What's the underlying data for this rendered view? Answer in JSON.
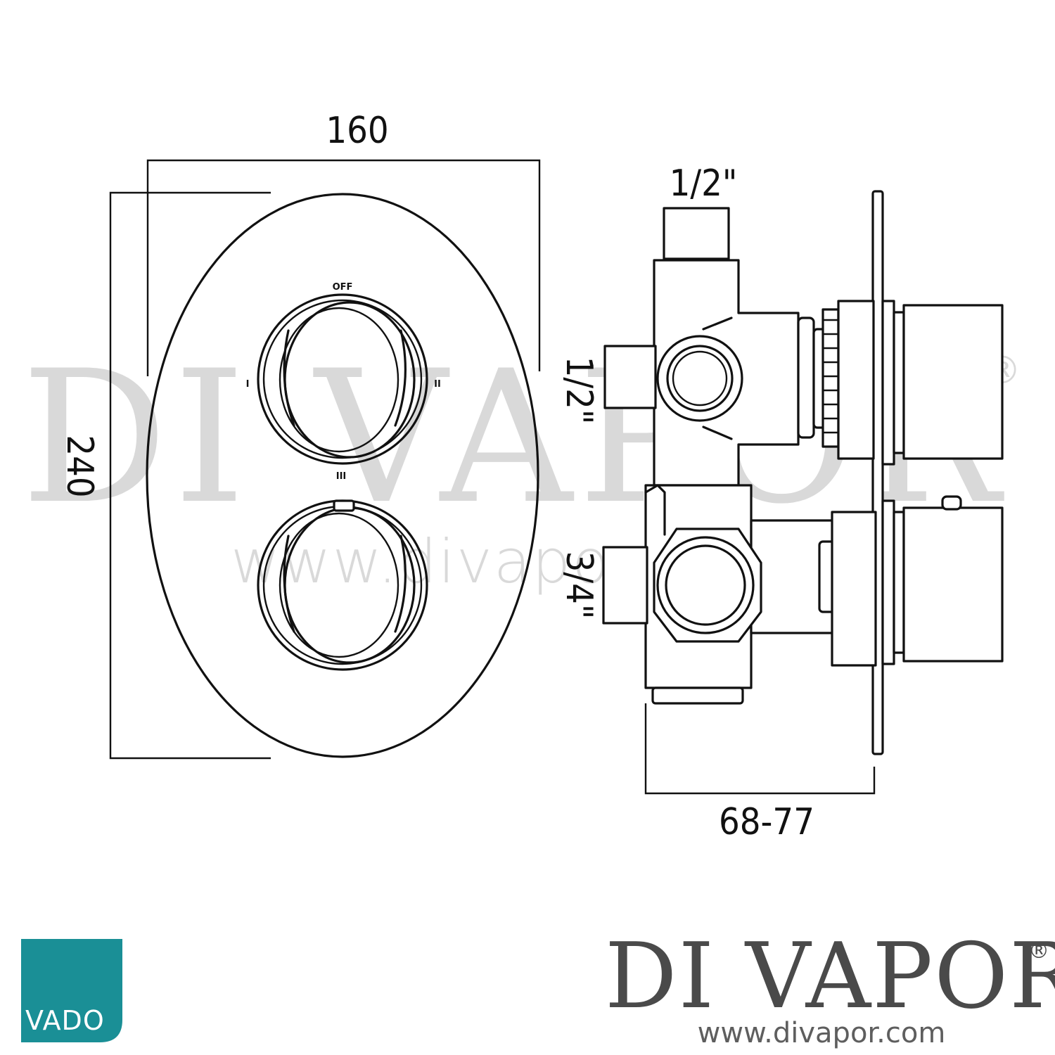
{
  "watermark": {
    "brand": "DI VAPOR",
    "registered": "®",
    "url": "www.divapor.com"
  },
  "front_view": {
    "width_label": "160",
    "height_label": "240",
    "dial_labels": {
      "top": "OFF",
      "left": "I",
      "right": "II",
      "bottom": "III"
    }
  },
  "side_view": {
    "top_inlet_label": "1/2\"",
    "side_inlet_label": "1/2\"",
    "lower_inlet_label": "3/4\"",
    "depth_label": "68-77"
  },
  "footer": {
    "vado_logo_text": "VADO",
    "brand": "DI VAPOR",
    "registered": "®",
    "url": "www.divapor.com"
  },
  "colors": {
    "vado_teal": "#1a8f96",
    "line": "#111111",
    "watermark": "#d9d9d9",
    "brand_grey": "#4a4a4a"
  }
}
